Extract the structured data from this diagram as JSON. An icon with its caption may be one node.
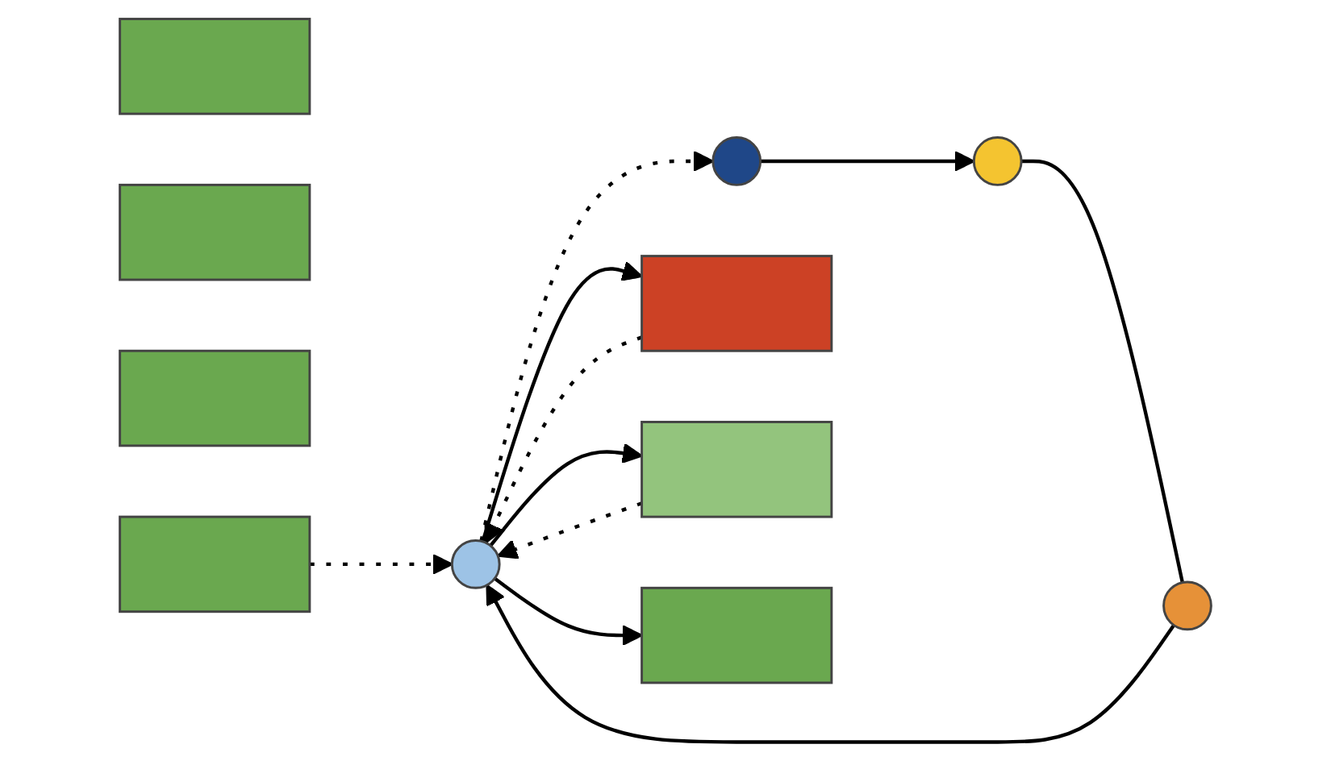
{
  "diagram": {
    "nodes": [
      {
        "text": [],
        "shape": "circle"
      },
      {
        "text": [],
        "shape": "circle"
      },
      {
        "text": [],
        "shape": "circle"
      },
      {
        "text": [],
        "shape": "circle"
      },
      {
        "text": [],
        "shape": "box"
      },
      {
        "text": [],
        "shape": "box"
      },
      {
        "text": [],
        "shape": "bar"
      },
      {
        "text": [],
        "shape": "bar"
      },
      {
        "text": [],
        "shape": "bar"
      },
      {
        "text": [],
        "shape": "bar"
      },
      {
        "text": [],
        "shape": "bar"
      }
    ],
    "edges": [
      {
        "from": 3,
        "to": 1,
        "arrow": "to"
      },
      {
        "from": 1,
        "to": 2,
        "arrow": "none"
      },
      {
        "from": 2,
        "to": 0,
        "arrow": "to"
      },
      {
        "from": 0,
        "to": 3,
        "arrow": "to",
        "style": "dashed"
      },
      {
        "from": 4,
        "to": 0,
        "arrow": "to",
        "style": "dashed"
      },
      {
        "from": 0,
        "to": 4,
        "arrow": "to"
      },
      {
        "from": 0,
        "to": 5,
        "arrow": "to"
      },
      {
        "from": 0,
        "to": 8,
        "arrow": "to"
      },
      {
        "from": 5,
        "to": 0,
        "arrow": "to",
        "style": "dashed"
      },
      {
        "from": 10,
        "to": 0,
        "arrow": "to",
        "style": "dashed"
      }
    ]
  }
}
